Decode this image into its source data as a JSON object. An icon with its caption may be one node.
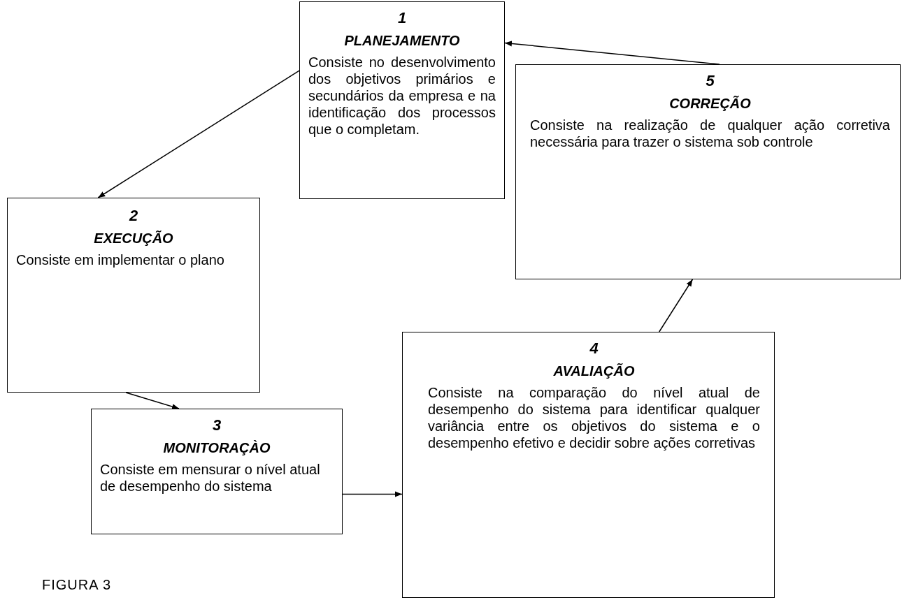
{
  "diagram": {
    "nodes": [
      {
        "text": [
          "1",
          "PLANEJAMENTO",
          "Consiste no desenvolvimento dos objetivos primários e secundários da empresa e na identificação dos processos que o completam."
        ]
      },
      {
        "text": [
          "2",
          "EXECUÇÃO",
          "Consiste em implementar o plano"
        ]
      },
      {
        "text": [
          "3",
          "MONITORAÇÀO",
          "Consiste em mensurar o nível atual de desempenho do sistema"
        ]
      },
      {
        "text": [
          "4",
          "AVALIAÇÃO",
          "Consiste na comparação do nível atual de desempenho do sistema para identificar qualquer variância entre os objetivos do sistema e o desempenho efetivo e decidir sobre ações corretivas"
        ]
      },
      {
        "text": [
          "5",
          "CORREÇÃO",
          "Consiste na realização de qualquer ação corretiva necessária para trazer o sistema sob controle"
        ]
      }
    ],
    "edges": [
      {
        "from": 0,
        "to": 1,
        "arrow": "to"
      },
      {
        "from": 1,
        "to": 2,
        "arrow": "to"
      },
      {
        "from": 2,
        "to": 3,
        "arrow": "to"
      },
      {
        "from": 3,
        "to": 4,
        "arrow": "to"
      },
      {
        "from": 4,
        "to": 0,
        "arrow": "to"
      }
    ],
    "labels": [
      "FIGURA 3"
    ]
  }
}
